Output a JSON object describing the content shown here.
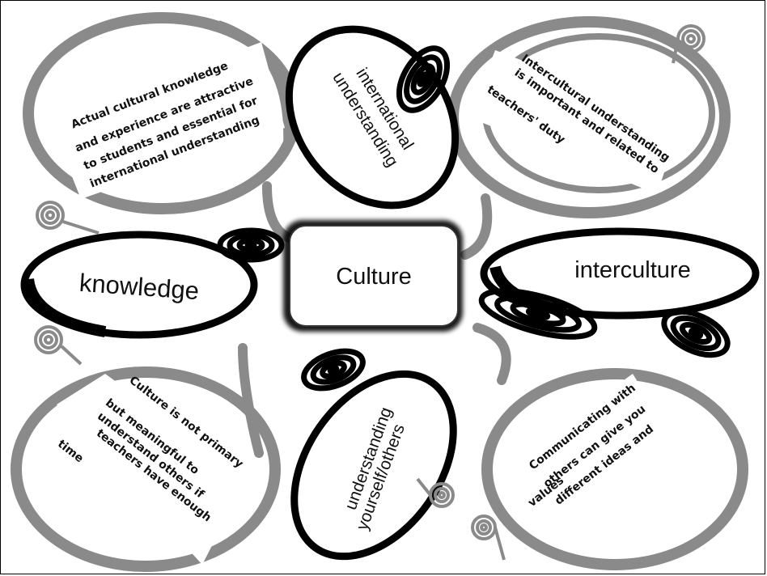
{
  "center": {
    "label": "Culture"
  },
  "nodes": {
    "knowledge": "knowledge",
    "interculture": "interculture",
    "international_1": "international",
    "international_2": "understanding",
    "understanding_1": "understanding",
    "understanding_2": "yourself/others"
  },
  "notes": {
    "top_left": [
      "Actual cultural knowledge",
      "and experience are attractive",
      "to students and essential for",
      "international understanding"
    ],
    "top_right": [
      "Intercultural understanding",
      "is important and related to",
      "teachers' duty"
    ],
    "bottom_left": [
      "Culture is not primary",
      "but meaningful to",
      "understand others if",
      "teachers have enough",
      "time"
    ],
    "bottom_right": [
      "Communicating with",
      "others can give you",
      "different ideas and",
      "values"
    ]
  }
}
